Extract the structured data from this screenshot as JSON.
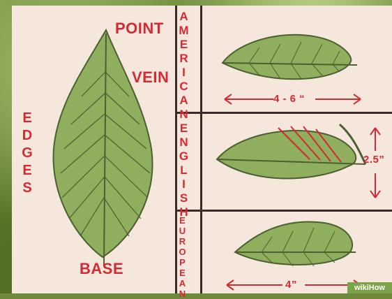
{
  "labels": {
    "point": "POINT",
    "vein": "VEIN",
    "edges": "EDGES",
    "base": "BASE"
  },
  "rows": [
    {
      "name": "AMERICAN",
      "measure": "4 - 6 “",
      "orientation": "horizontal"
    },
    {
      "name": "ENGLISH",
      "measure": "2.5”",
      "orientation": "vertical"
    },
    {
      "name": "EUROPEAN",
      "measure": "4”",
      "orientation": "horizontal"
    }
  ],
  "watermark": "wikiHow",
  "colors": {
    "accent": "#d42a33",
    "leaf": "#8faf5e",
    "panel": "#f6e7dc"
  }
}
